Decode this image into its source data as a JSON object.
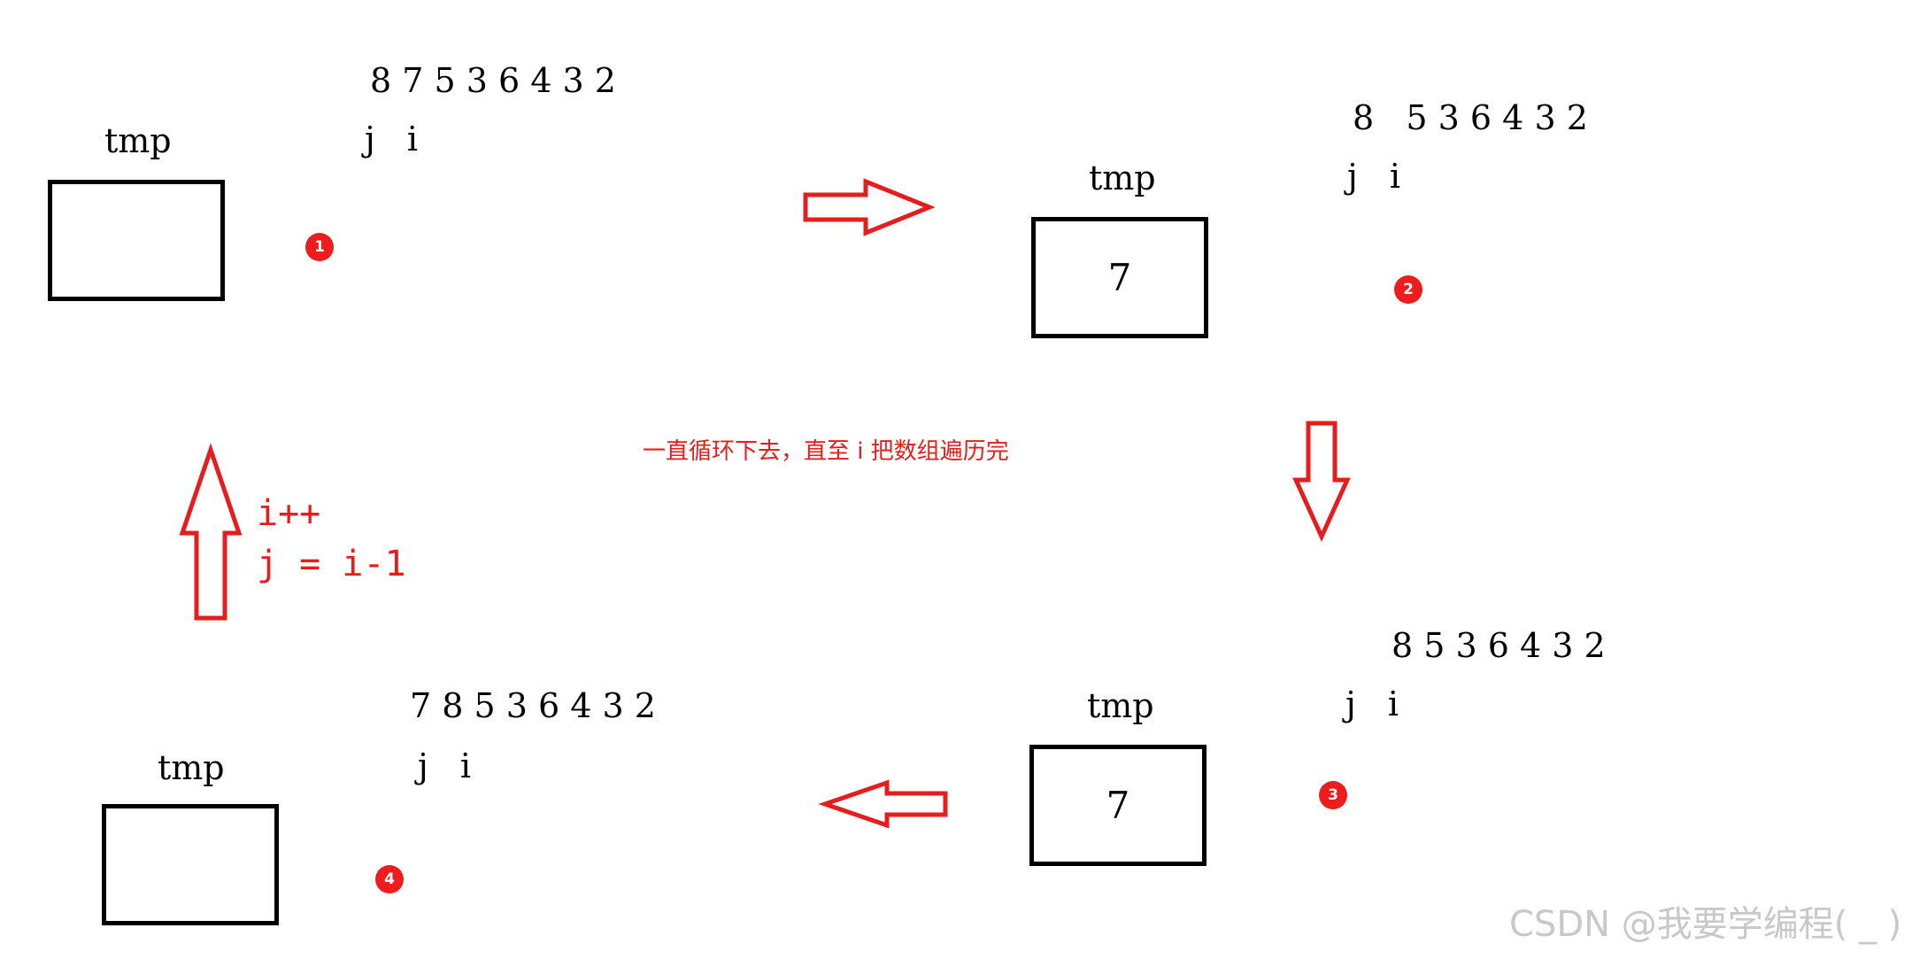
{
  "steps": [
    {
      "badge": "1",
      "tmp_label": "tmp",
      "tmp_value": "",
      "array": "8 7 5 3 6 4 3 2",
      "pointers": "j i"
    },
    {
      "badge": "2",
      "tmp_label": "tmp",
      "tmp_value": "7",
      "array": "8   5 3 6 4 3 2",
      "pointers": "j i"
    },
    {
      "badge": "3",
      "tmp_label": "tmp",
      "tmp_value": "7",
      "array": "8 5 3 6 4 3 2",
      "pointers": "j i"
    },
    {
      "badge": "4",
      "tmp_label": "tmp",
      "tmp_value": "",
      "array": "7 8 5 3 6 4 3 2",
      "pointers": "j i"
    }
  ],
  "loop_note": "一直循环下去，直至 i 把数组遍历完",
  "loop_update": {
    "line1": "i++",
    "line2": "j = i-1"
  },
  "watermark": "CSDN @我要学编程( _ )",
  "colors": {
    "accent": "#e51d1d",
    "badge": "#ee1c1c",
    "stroke": "#000000",
    "watermark": "#c8c8c8"
  }
}
